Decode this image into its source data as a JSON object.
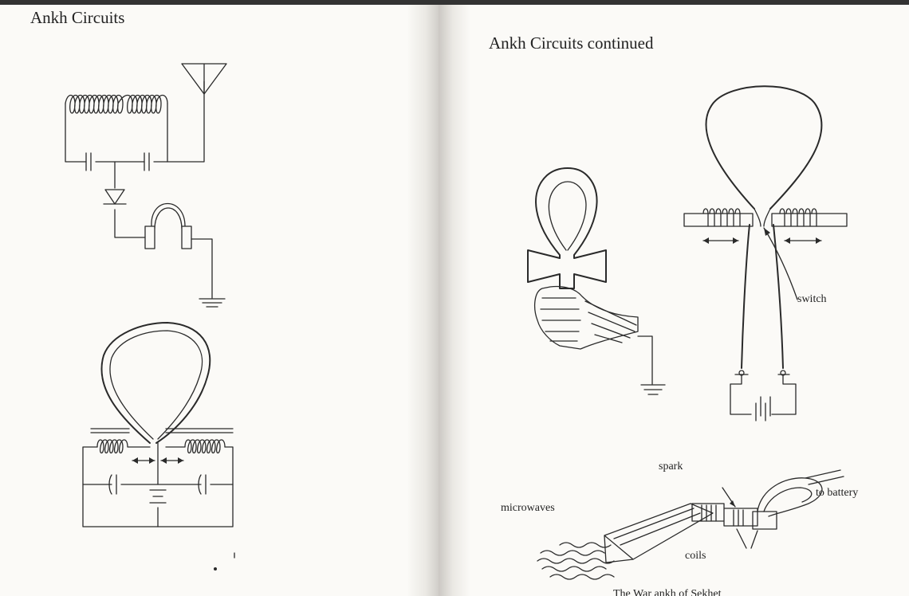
{
  "left_page": {
    "title": "Ankh Circuits"
  },
  "right_page": {
    "title": "Ankh Circuits continued",
    "labels": {
      "switch": "switch",
      "spark": "spark",
      "to_battery": "to battery",
      "microwaves": "microwaves",
      "coils": "coils"
    },
    "caption": "The War ankh of Sekhet"
  }
}
